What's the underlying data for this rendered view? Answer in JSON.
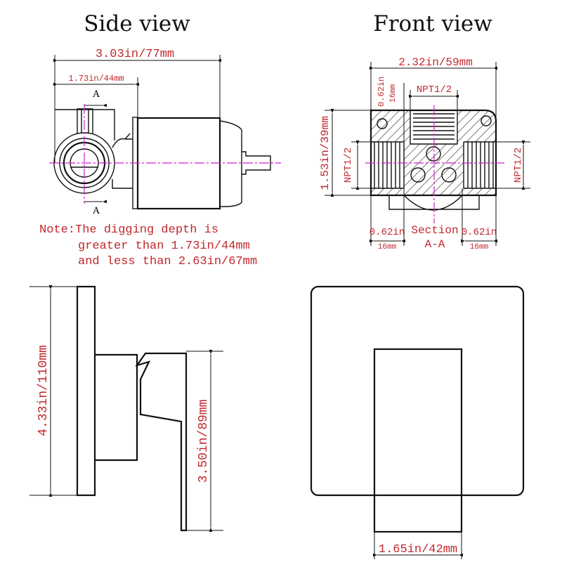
{
  "side_view": {
    "title": "Side view",
    "overall_length": "3.03in/77mm",
    "body_depth": "1.73in/44mm",
    "section_marker_top": "A",
    "section_marker_bottom": "A",
    "note_lines": [
      "Note:The digging depth is",
      "greater than 1.73in/44mm",
      "and less than 2.63in/67mm"
    ]
  },
  "front_view": {
    "title": "Front view",
    "width": "2.32in/59mm",
    "height": "1.53in/39mm",
    "top_port": "NPT1/2",
    "left_port": "NPT1/2",
    "right_port": "NPT1/2",
    "top_offset_in": "0.62in",
    "top_offset_mm": "16mm",
    "left_offset_in": "0.62in",
    "left_offset_mm": "16mm",
    "right_offset_in": "0.62in",
    "right_offset_mm": "16mm",
    "section_label": "Section",
    "section_id": "A-A"
  },
  "trim_side": {
    "plate_height": "4.33in/110mm",
    "handle_height": "3.50in/89mm"
  },
  "trim_front": {
    "handle_width": "1.65in/42mm"
  }
}
